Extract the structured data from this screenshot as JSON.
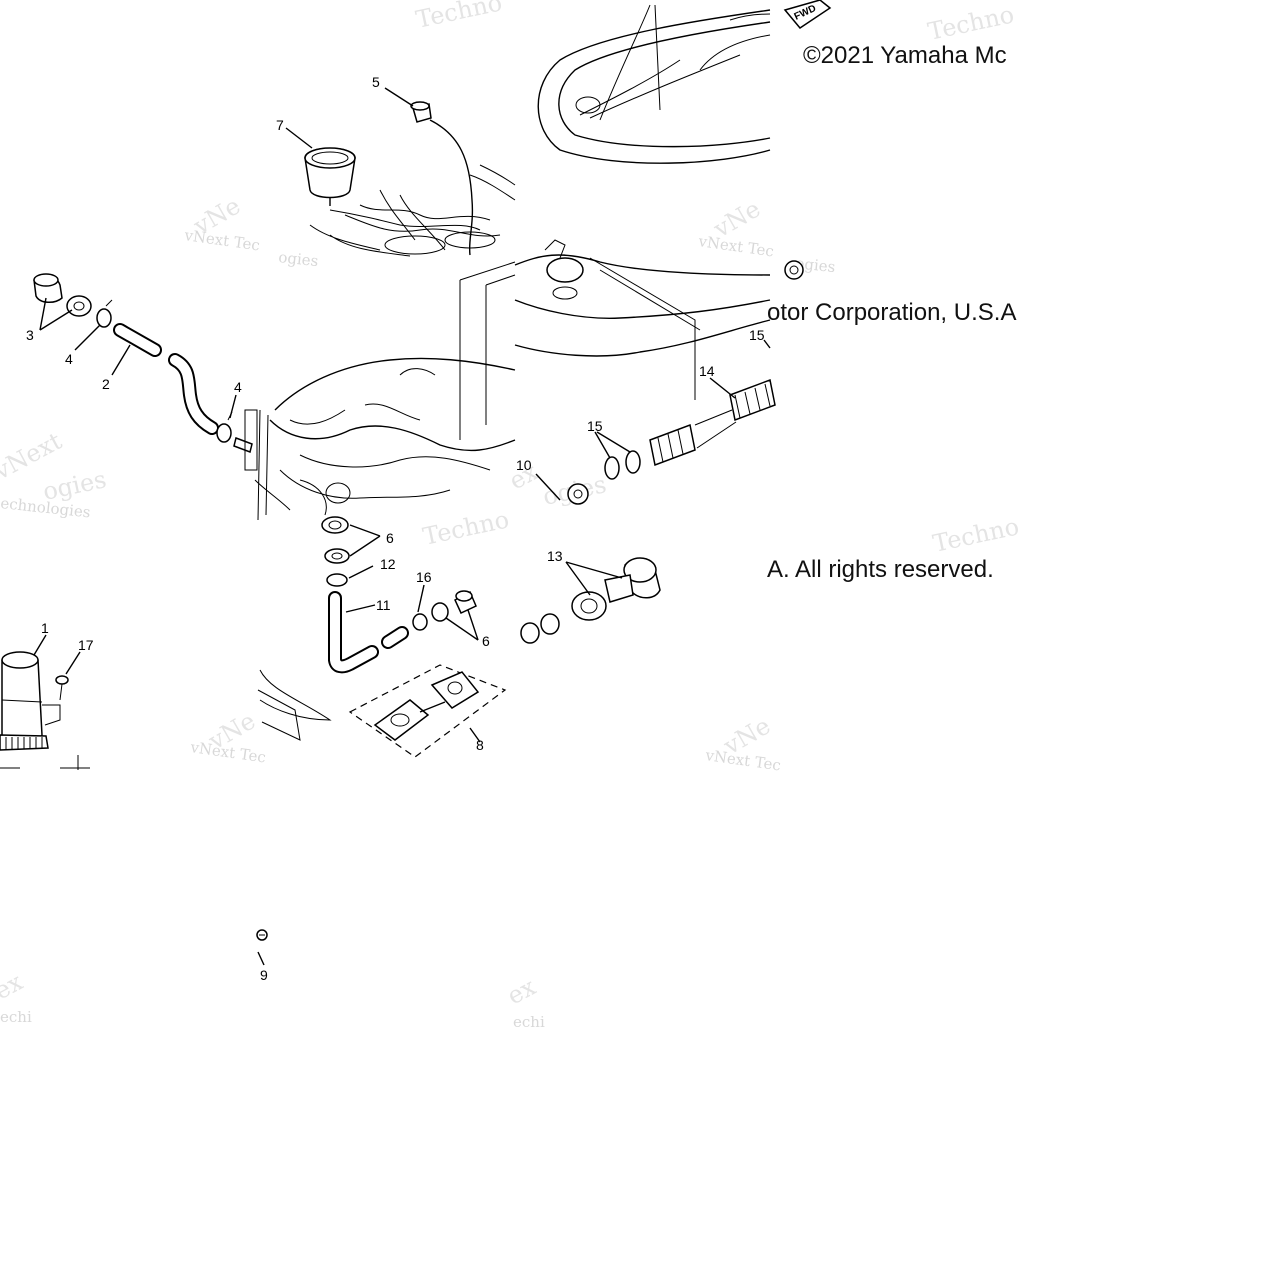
{
  "copyright": {
    "line1": "©2021 Yamaha Mc",
    "line2": "otor Corporation, U.S.A",
    "line3": "A. All rights reserved."
  },
  "watermarks": {
    "techno": "Techno",
    "vnext_tec": "vNext Tec",
    "vnext": "vNext",
    "vne": "vNe",
    "ogies": "ogies",
    "echnologies": "echnologies",
    "ex": "ex",
    "echi": "echi",
    "fwd": "FWD"
  },
  "callouts": [
    "1",
    "2",
    "3",
    "4",
    "4",
    "5",
    "6",
    "6",
    "7",
    "8",
    "9",
    "10",
    "11",
    "12",
    "13",
    "14",
    "15",
    "15",
    "16",
    "17"
  ]
}
